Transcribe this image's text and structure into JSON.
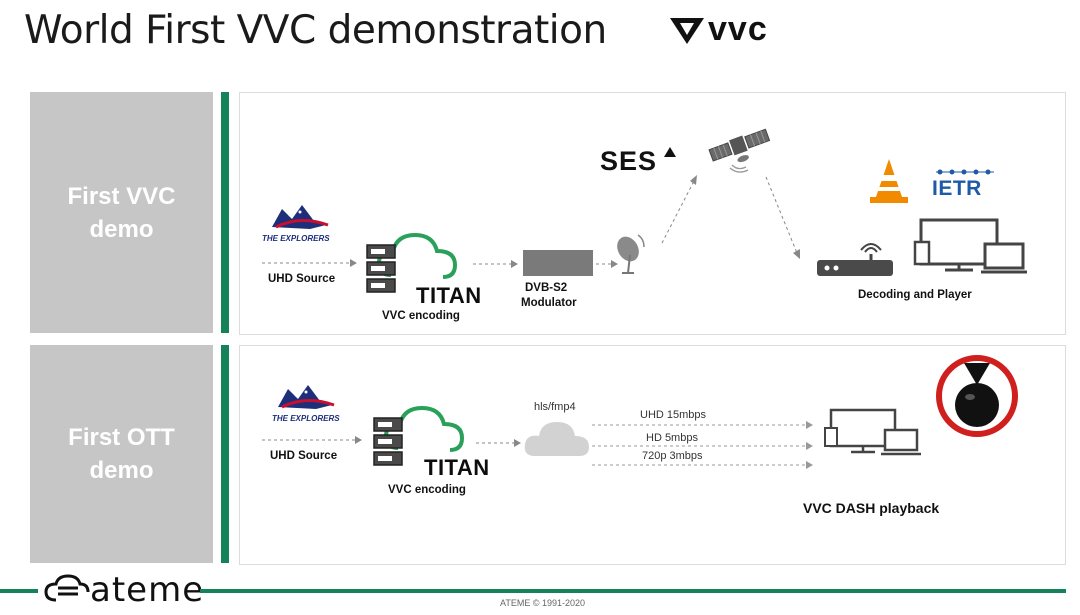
{
  "title": "World First VVC demonstration",
  "vvc_logo_text": "vvc",
  "section1": {
    "label": "First VVC demo",
    "explorers": "THE EXPLORERS",
    "uhd_source": "UHD Source",
    "titan": "TITAN",
    "encoding": "VVC encoding",
    "modulator_line1": "DVB-S2",
    "modulator_line2": "Modulator",
    "ses": "SES",
    "ietr": "IETR",
    "decoding": "Decoding and Player"
  },
  "section2": {
    "label": "First OTT demo",
    "explorers": "THE EXPLORERS",
    "uhd_source": "UHD Source",
    "titan": "TITAN",
    "encoding": "VVC encoding",
    "hls": "hls/fmp4",
    "streams": [
      "UHD 15mbps",
      "HD 5mbps",
      "720p 3mbps"
    ],
    "playback": "VVC DASH playback"
  },
  "footer": {
    "brand": "ateme",
    "copyright": "ATEME © 1991-2020"
  },
  "colors": {
    "accent_green": "#15825a",
    "box_gray": "#c6c6c6",
    "cloud_green": "#2aa05a",
    "vlc_orange": "#f28a00",
    "no_sign_red": "#d0201e"
  }
}
